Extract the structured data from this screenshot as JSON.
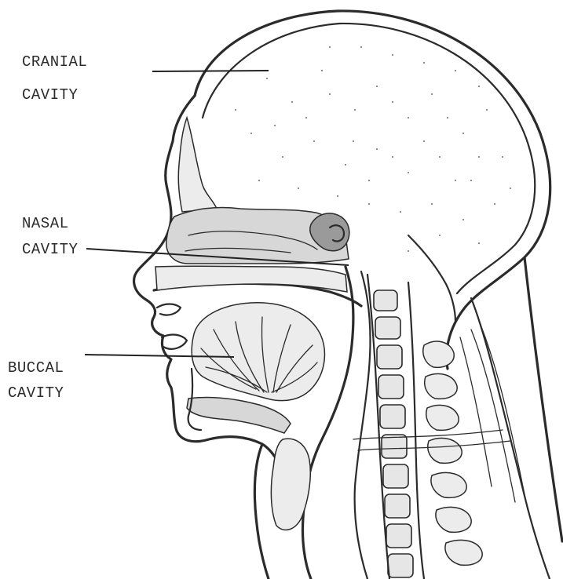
{
  "labels": {
    "cranial": [
      "CRANIAL",
      "CAVITY"
    ],
    "nasal": [
      "NASAL",
      "CAVITY"
    ],
    "buccal": [
      "BUCCAL",
      "CAVITY"
    ]
  },
  "colors": {
    "ink": "#2b2b2b",
    "paper": "#ffffff"
  }
}
